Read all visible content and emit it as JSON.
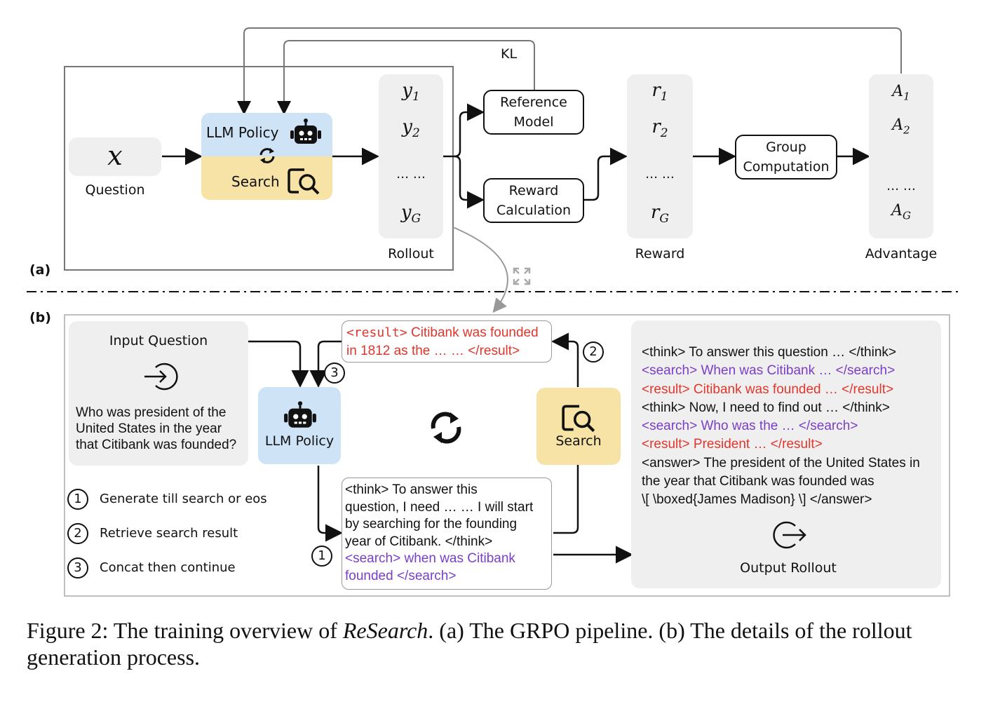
{
  "panel_a": {
    "tag": "(a)",
    "question_symbol": "x",
    "question_label": "Question",
    "llm_policy_label": "LLM Policy",
    "search_label": "Search",
    "rollout": {
      "items": [
        "y",
        "y",
        "… …",
        "y"
      ],
      "subs": [
        "1",
        "2",
        "",
        "G"
      ],
      "label": "Rollout"
    },
    "reference_model_l1": "Reference",
    "reference_model_l2": "Model",
    "kl_label": "KL",
    "reward_calc_l1": "Reward",
    "reward_calc_l2": "Calculation",
    "reward": {
      "items": [
        "r",
        "r",
        "… …",
        "r"
      ],
      "subs": [
        "1",
        "2",
        "",
        "G"
      ],
      "label": "Reward"
    },
    "group_comp_l1": "Group",
    "group_comp_l2": "Computation",
    "advantage": {
      "items": [
        "A",
        "A",
        "… …",
        "A"
      ],
      "subs": [
        "1",
        "2",
        "",
        "G"
      ],
      "label": "Advantage"
    }
  },
  "panel_b": {
    "tag": "(b)",
    "input_question_title": "Input Question",
    "input_question_text": [
      "Who was president of the",
      "United States in the year",
      "that Citibank was founded?"
    ],
    "llm_policy_label": "LLM Policy",
    "search_label": "Search",
    "result_box": {
      "line1_tag": "<result>",
      "line1_text": " Citibank was founded",
      "line2": "in 1812 as the … … </result>"
    },
    "think_box": {
      "lines": [
        "<think> To answer this",
        "question, I need … … I will start",
        "by searching for the founding",
        "year of Citibank. </think>"
      ],
      "search_lines": [
        "<search> when was Citibank",
        "founded </search>"
      ]
    },
    "steps": [
      {
        "num": "1",
        "text": "Generate till search or eos"
      },
      {
        "num": "2",
        "text": "Retrieve search result"
      },
      {
        "num": "3",
        "text": "Concat then continue"
      }
    ],
    "output": {
      "lines": [
        {
          "text": "<think> To answer this question … </think>",
          "color": "#111111"
        },
        {
          "text": "<search> When was Citibank … </search>",
          "color": "#7a3fc8"
        },
        {
          "text": "<result> Citibank was founded … </result>",
          "color": "#e0362c"
        },
        {
          "text": "<think> Now, I need to find out … </think>",
          "color": "#111111"
        },
        {
          "text": "<search> Who was the … </search>",
          "color": "#7a3fc8"
        },
        {
          "text": "<result>  President  … </result>",
          "color": "#e0362c"
        },
        {
          "text": "<answer> The president of the United States in",
          "color": "#111111"
        },
        {
          "text": "the year that Citibank was founded was",
          "color": "#111111"
        },
        {
          "text": "\\[ \\boxed{James Madison} \\] </answer>",
          "color": "#111111"
        }
      ],
      "label": "Output Rollout"
    }
  },
  "caption": {
    "prefix": "Figure 2: The training overview of ",
    "name": "ReSearch",
    "suffix": ". (a) The GRPO pipeline. (b) The details of the rollout generation process."
  },
  "colors": {
    "policy_blue": "#cfe3f7",
    "search_yellow": "#f7e3a6",
    "grey_panel": "#efefef",
    "red": "#e0362c",
    "purple": "#7a3fc8"
  }
}
